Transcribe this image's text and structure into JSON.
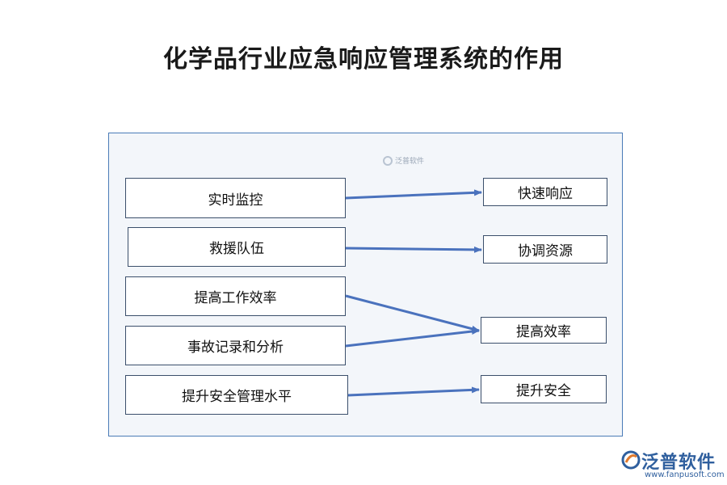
{
  "title": "化学品行业应急响应管理系统的作用",
  "watermark": "泛普软件",
  "left_items": [
    "实时监控",
    "救援队伍",
    "提高工作效率",
    "事故记录和分析",
    "提升安全管理水平"
  ],
  "right_items": [
    "快速响应",
    "协调资源",
    "提高效率",
    "提升安全"
  ],
  "links": [
    [
      0,
      0
    ],
    [
      1,
      1
    ],
    [
      2,
      2
    ],
    [
      3,
      2
    ],
    [
      4,
      3
    ]
  ],
  "brand": {
    "name": "泛普软件",
    "url": "www.fanpusoft.com"
  },
  "colors": {
    "arrow": "#4a72bd",
    "panel_border": "#4a7bb7",
    "brand": "#2f5f9e"
  }
}
